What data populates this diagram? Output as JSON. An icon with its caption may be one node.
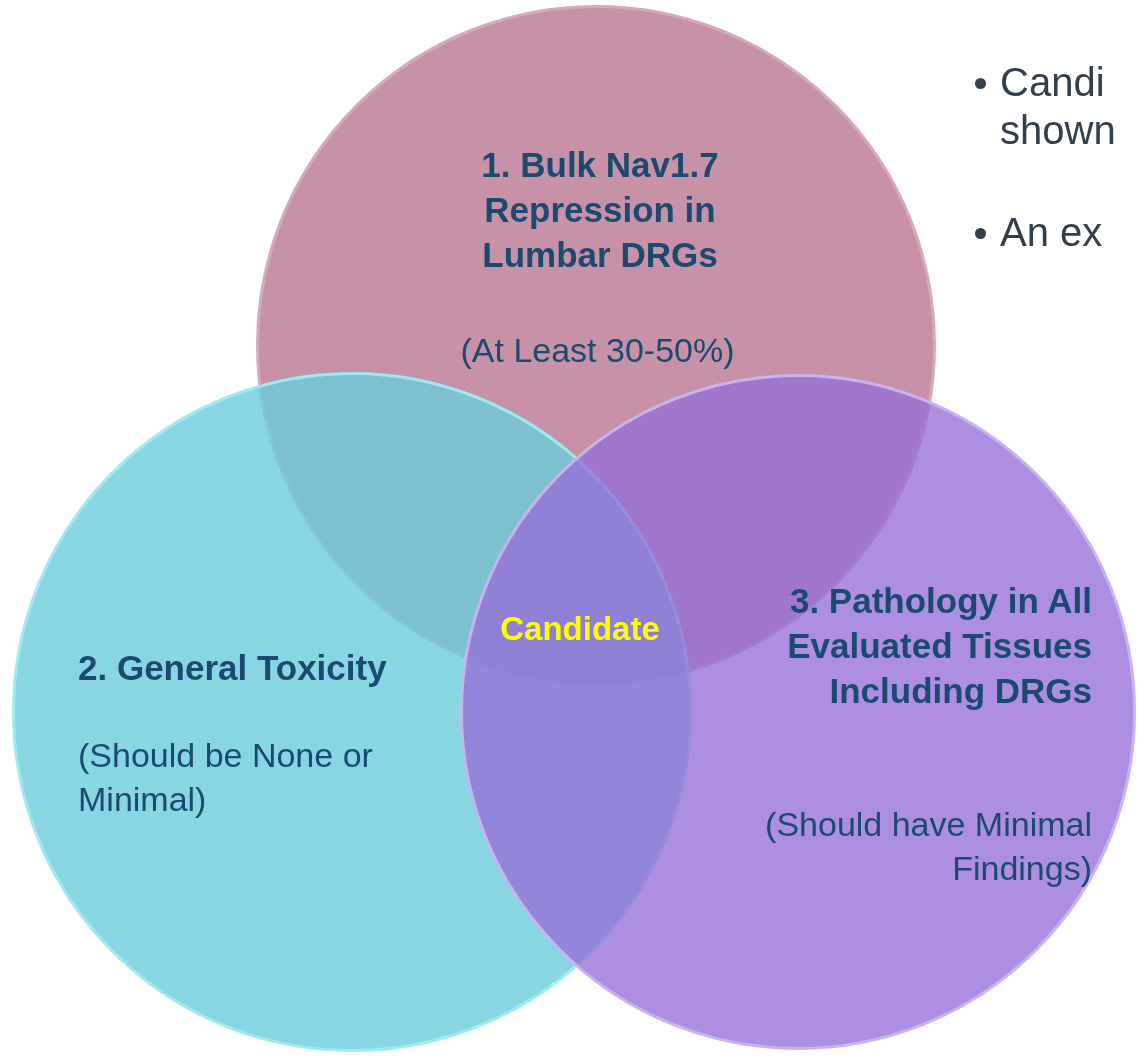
{
  "diagram": {
    "nodes": [
      {
        "text": [
          "1. Bulk Nav1.7 Repression in Lumbar DRGs",
          "(At Least 30-50%)"
        ]
      },
      {
        "text": [
          "2. General Toxicity",
          "(Should be None or Minimal)"
        ]
      },
      {
        "text": [
          "3. Pathology in All Evaluated Tissues Including DRGs",
          "(Should have Minimal Findings)"
        ]
      }
    ],
    "labels": [
      "Candidate",
      "Candi shown",
      "An ex"
    ]
  }
}
